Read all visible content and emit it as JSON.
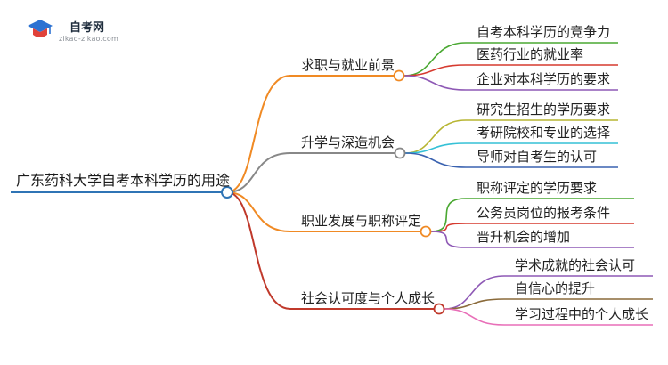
{
  "brand": {
    "name": "自考网",
    "domain": "zikao-zikao.com",
    "colors": {
      "blue": "#2d72d2",
      "red": "#e0423a"
    }
  },
  "root": {
    "label": "广东药科大学自考本科学历的用途",
    "color": "#2f74b5"
  },
  "branches": [
    {
      "label": "求职与就业前景",
      "color": "#f08a24",
      "children": [
        {
          "label": "自考本科学历的竞争力",
          "color": "#4aa832"
        },
        {
          "label": "医药行业的就业率",
          "color": "#d63a2f"
        },
        {
          "label": "企业对本科学历的要求",
          "color": "#8e59b5"
        }
      ]
    },
    {
      "label": "升学与深造机会",
      "color": "#888888",
      "children": [
        {
          "label": "研究生招生的学历要求",
          "color": "#b7b532"
        },
        {
          "label": "考研院校和专业的选择",
          "color": "#35c1d6"
        },
        {
          "label": "导师对自考生的认可",
          "color": "#3a62b0"
        }
      ]
    },
    {
      "label": "职业发展与职称评定",
      "color": "#f08a24",
      "children": [
        {
          "label": "职称评定的学历要求",
          "color": "#4aa832"
        },
        {
          "label": "公务员岗位的报考条件",
          "color": "#d63a2f"
        },
        {
          "label": "晋升机会的增加",
          "color": "#8e59b5"
        }
      ]
    },
    {
      "label": "社会认可度与个人成长",
      "color": "#c0392b",
      "children": [
        {
          "label": "学术成就的社会认可",
          "color": "#8e59b5"
        },
        {
          "label": "自信心的提升",
          "color": "#8a6a3a"
        },
        {
          "label": "学习过程中的个人成长",
          "color": "#e86fb8"
        }
      ]
    }
  ]
}
